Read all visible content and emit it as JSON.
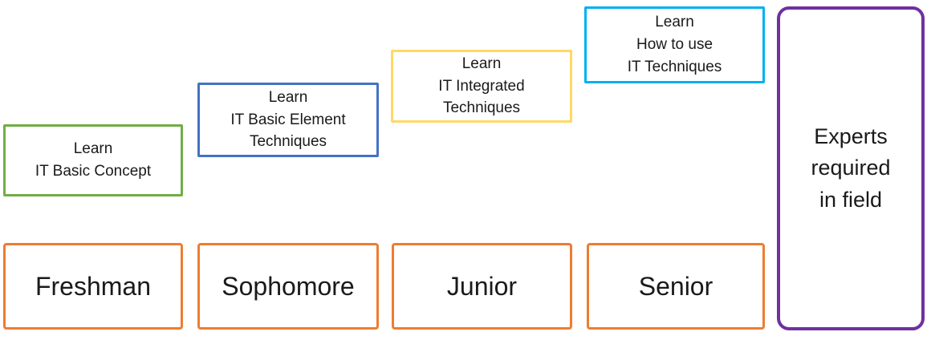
{
  "diagram": {
    "type": "staircase-progression",
    "background": "#ffffff",
    "text_color": "#1a1a1a",
    "learn_boxes": [
      {
        "id": "freshman",
        "border_color": "#70AD47",
        "lines": [
          "Learn",
          "IT Basic Concept"
        ]
      },
      {
        "id": "sophomore",
        "border_color": "#4472C4",
        "lines": [
          "Learn",
          "IT Basic Element",
          "Techniques"
        ]
      },
      {
        "id": "junior",
        "border_color": "#FFD966",
        "lines": [
          "Learn",
          "IT Integrated",
          "Techniques"
        ]
      },
      {
        "id": "senior",
        "border_color": "#00B0F0",
        "lines": [
          "Learn",
          "How to use",
          "IT Techniques"
        ]
      }
    ],
    "stage_boxes": [
      {
        "id": "freshman",
        "border_color": "#ED7D31",
        "label": "Freshman"
      },
      {
        "id": "sophomore",
        "border_color": "#ED7D31",
        "label": "Sophomore"
      },
      {
        "id": "junior",
        "border_color": "#ED7D31",
        "label": "Junior"
      },
      {
        "id": "senior",
        "border_color": "#ED7D31",
        "label": "Senior"
      }
    ],
    "expert_box": {
      "border_color": "#7030A0",
      "lines": [
        "Experts",
        "required",
        "in field"
      ]
    }
  }
}
